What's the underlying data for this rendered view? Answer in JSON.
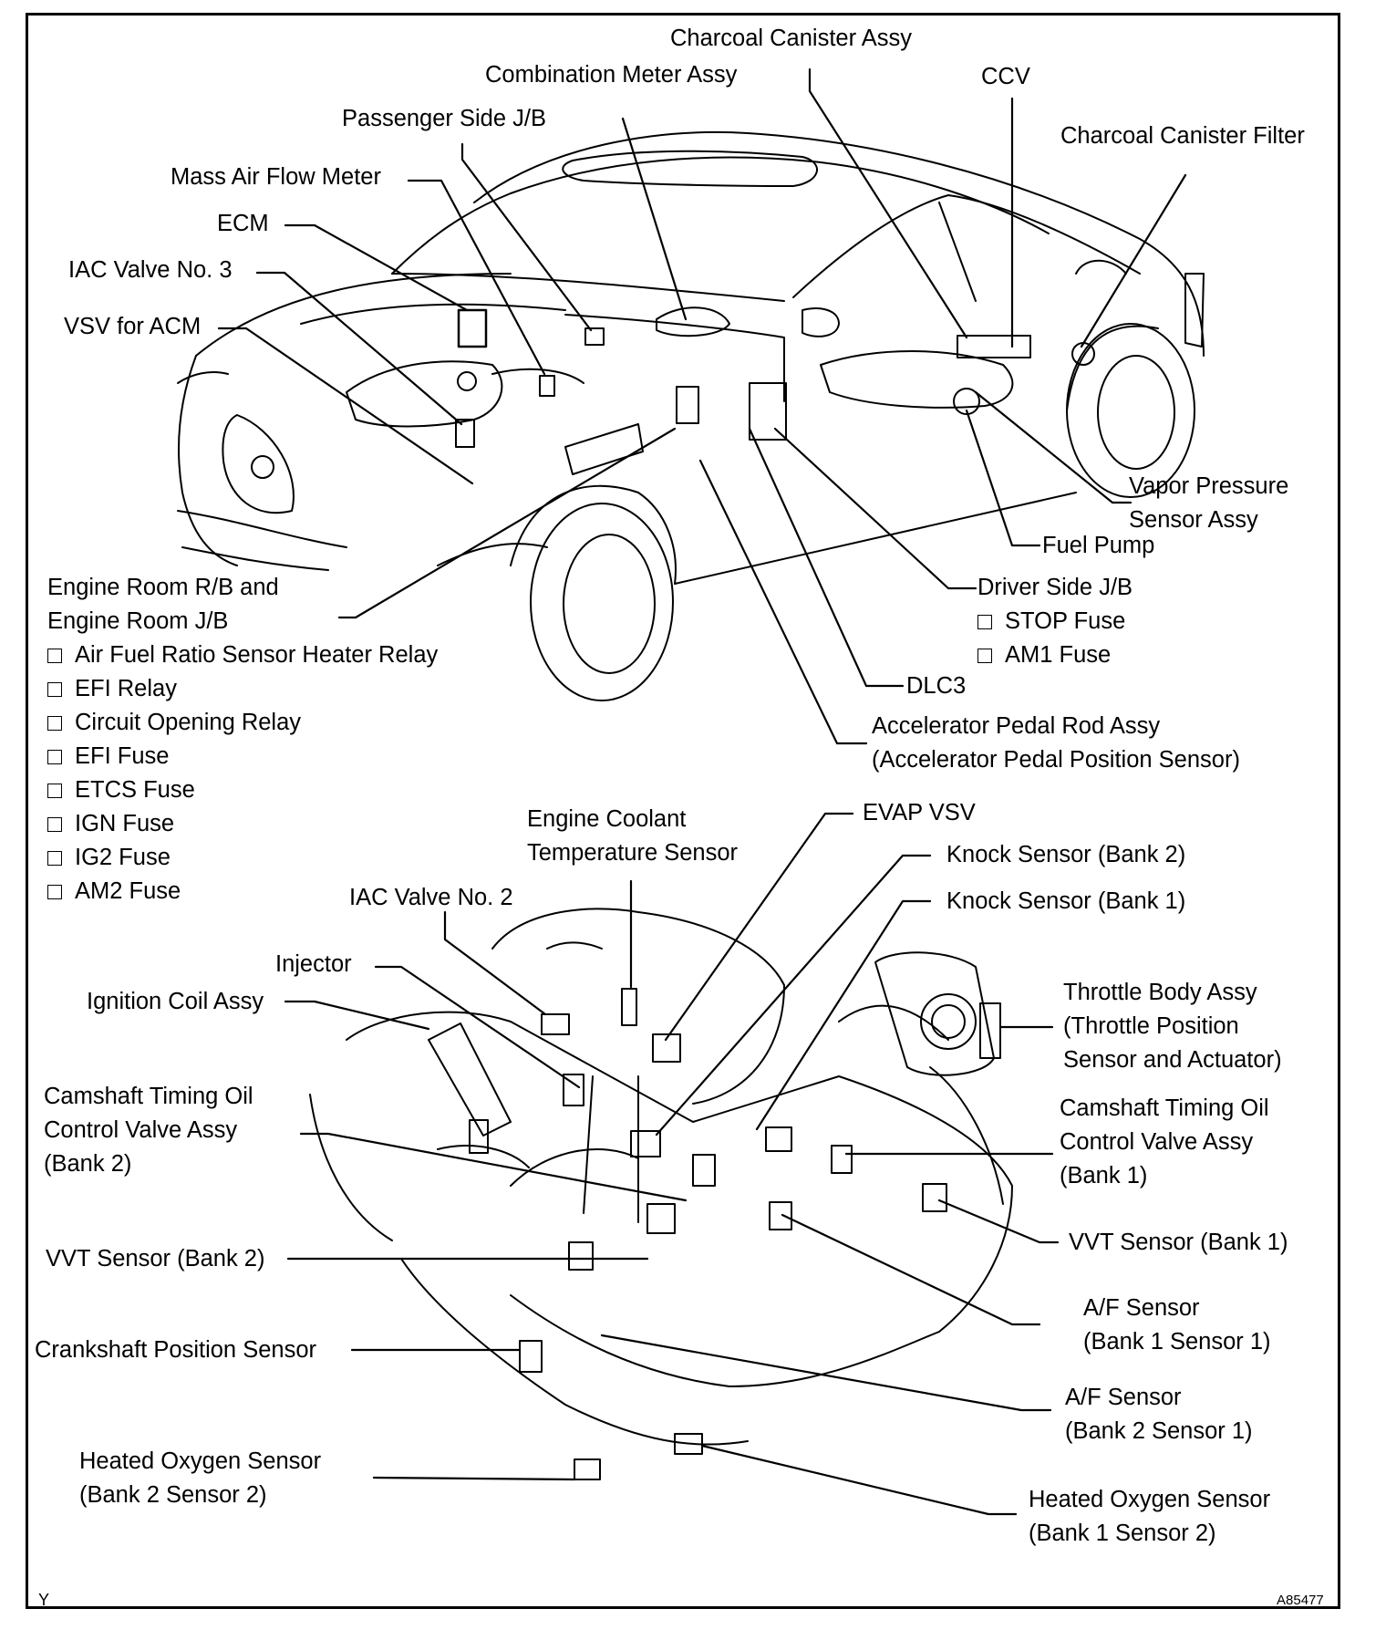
{
  "top_labels": {
    "charcoal_canister_assy": "Charcoal Canister Assy",
    "combination_meter_assy": "Combination Meter Assy",
    "ccv": "CCV",
    "charcoal_canister_filter": "Charcoal Canister Filter",
    "passenger_side_jb": "Passenger Side J/B",
    "mass_air_flow_meter": "Mass Air Flow Meter",
    "ecm": "ECM",
    "iac_valve_no3": "IAC Valve No. 3",
    "vsv_for_acm": "VSV for ACM",
    "vapor_pressure_sensor_line1": "Vapor Pressure",
    "vapor_pressure_sensor_line2": "Sensor Assy",
    "fuel_pump": "Fuel Pump",
    "dlc3": "DLC3",
    "accelerator_pedal_line1": "Accelerator Pedal Rod Assy",
    "accelerator_pedal_line2": "(Accelerator Pedal Position Sensor)"
  },
  "driver_side_jb": {
    "title": "Driver Side J/B",
    "items": [
      "STOP Fuse",
      "AM1 Fuse"
    ]
  },
  "engine_room": {
    "title_line1": "Engine Room R/B and",
    "title_line2": "Engine Room J/B",
    "items": [
      "Air Fuel Ratio Sensor Heater Relay",
      "EFI Relay",
      "Circuit Opening Relay",
      "EFI Fuse",
      "ETCS Fuse",
      "IGN Fuse",
      "IG2 Fuse",
      "AM2 Fuse"
    ]
  },
  "engine_labels": {
    "ect_sensor_line1": "Engine Coolant",
    "ect_sensor_line2": "Temperature Sensor",
    "evap_vsv": "EVAP VSV",
    "knock_bank2": "Knock Sensor (Bank 2)",
    "knock_bank1": "Knock Sensor (Bank 1)",
    "iac_valve_no2": "IAC Valve No. 2",
    "injector": "Injector",
    "ignition_coil": "Ignition Coil Assy",
    "throttle_line1": "Throttle Body Assy",
    "throttle_line2": "(Throttle Position",
    "throttle_line3": "Sensor and Actuator)",
    "cam_ocv_b2_line1": "Camshaft Timing Oil",
    "cam_ocv_b2_line2": "Control Valve Assy",
    "cam_ocv_b2_line3": "(Bank 2)",
    "cam_ocv_b1_line1": "Camshaft Timing Oil",
    "cam_ocv_b1_line2": "Control Valve Assy",
    "cam_ocv_b1_line3": "(Bank 1)",
    "vvt_bank1": "VVT Sensor (Bank 1)",
    "vvt_bank2": "VVT Sensor (Bank 2)",
    "af_b1s1_line1": "A/F Sensor",
    "af_b1s1_line2": "(Bank 1 Sensor 1)",
    "crankshaft_sensor": "Crankshaft Position Sensor",
    "af_b2s1_line1": "A/F Sensor",
    "af_b2s1_line2": "(Bank 2 Sensor 1)",
    "ho2_b2s2_line1": "Heated Oxygen Sensor",
    "ho2_b2s2_line2": "(Bank 2 Sensor 2)",
    "ho2_b1s2_line1": "Heated Oxygen Sensor",
    "ho2_b1s2_line2": "(Bank 1 Sensor 2)"
  },
  "corner_marks": {
    "bottom_left": "Y",
    "bottom_right": "A85477"
  }
}
